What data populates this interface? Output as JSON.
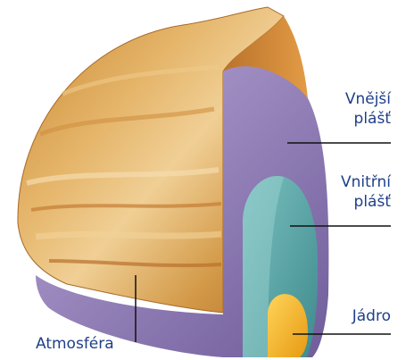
{
  "diagram": {
    "labels": {
      "outer_mantle_line1": "Vnější",
      "outer_mantle_line2": "plášť",
      "inner_mantle_line1": "Vnitřní",
      "inner_mantle_line2": "plášť",
      "core": "Jádro",
      "atmosphere": "Atmosféra"
    },
    "colors": {
      "label_text": "#1f3f8a",
      "atmosphere_band": "#d9a04a",
      "outer_mantle": "#8e79b4",
      "inner_mantle": "#4f9ea1",
      "core": "#f3b21e",
      "leader_lines": "#111111"
    }
  }
}
